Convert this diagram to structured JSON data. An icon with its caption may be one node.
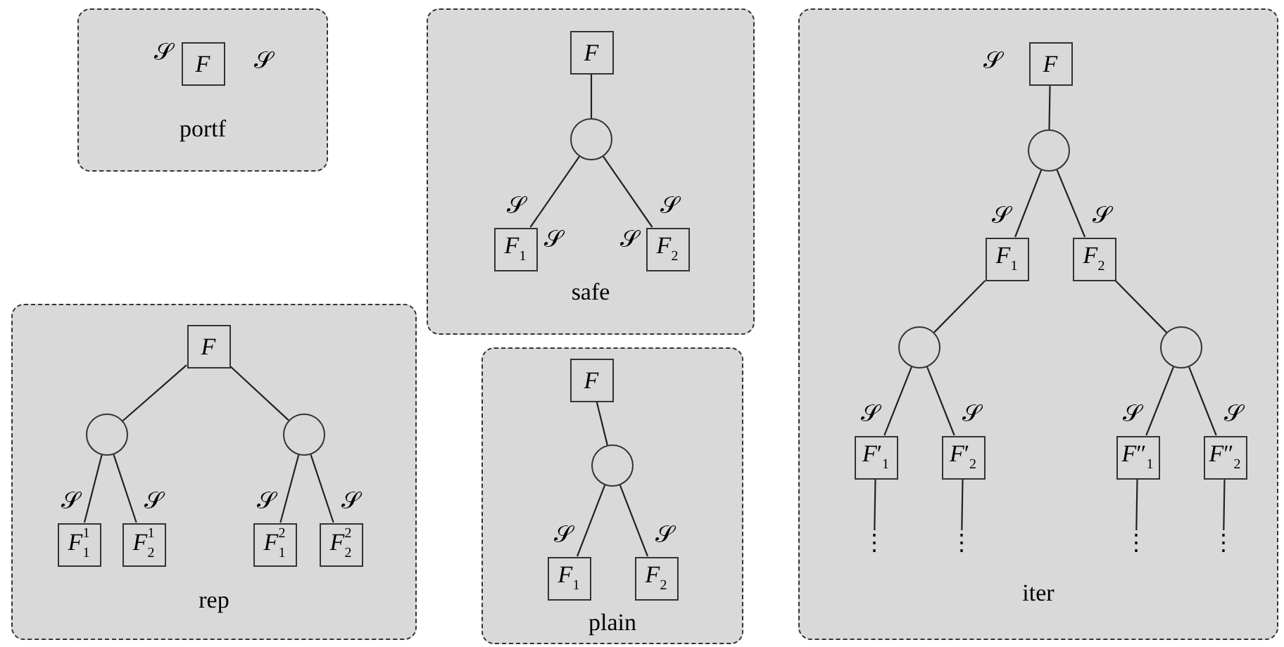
{
  "diagram": {
    "nodes": [
      {
        "text": [
          "portf"
        ]
      },
      {
        "text": [
          "F"
        ],
        "in": 0,
        "beside": [
          "𝒮",
          "𝒮"
        ]
      },
      {
        "text": [
          "safe"
        ]
      },
      {
        "text": [
          "F"
        ],
        "in": 2
      },
      {
        "text": [],
        "shape": "circle",
        "in": 2
      },
      {
        "text": [
          "*F*$_{1}$"
        ],
        "in": 2,
        "beside": [
          "𝒮"
        ]
      },
      {
        "text": [
          "*F*$_{2}$"
        ],
        "in": 2,
        "beside": [
          "𝒮"
        ]
      },
      {
        "text": [
          "iter"
        ]
      },
      {
        "text": [
          "F"
        ],
        "in": 7,
        "beside": [
          "𝒮"
        ]
      },
      {
        "text": [],
        "shape": "circle",
        "in": 7
      },
      {
        "text": [
          "*F*$_{1}$"
        ],
        "in": 7
      },
      {
        "text": [
          "*F*$_{2}$"
        ],
        "in": 7
      },
      {
        "text": [],
        "shape": "circle",
        "in": 7
      },
      {
        "text": [],
        "shape": "circle",
        "in": 7
      },
      {
        "text": [
          "*F*′$_{1}$"
        ],
        "in": 7
      },
      {
        "text": [
          "*F*′$_{2}$"
        ],
        "in": 7
      },
      {
        "text": [
          "*F*″$_{1}$"
        ],
        "in": 7
      },
      {
        "text": [
          "*F*″$_{2}$"
        ],
        "in": 7
      },
      {
        "text": [
          "⋮"
        ],
        "in": 7
      },
      {
        "text": [
          "⋮"
        ],
        "in": 7
      },
      {
        "text": [
          "⋮"
        ],
        "in": 7
      },
      {
        "text": [
          "⋮"
        ],
        "in": 7
      },
      {
        "text": [
          "rep"
        ]
      },
      {
        "text": [
          "F"
        ],
        "in": 22
      },
      {
        "text": [],
        "shape": "circle",
        "in": 22
      },
      {
        "text": [],
        "shape": "circle",
        "in": 22
      },
      {
        "text": [
          "*F*$^{1}$$_{1}$"
        ],
        "in": 22
      },
      {
        "text": [
          "*F*$^{1}$$_{2}$"
        ],
        "in": 22
      },
      {
        "text": [
          "*F*$^{2}$$_{1}$"
        ],
        "in": 22
      },
      {
        "text": [
          "*F*$^{2}$$_{2}$"
        ],
        "in": 22
      },
      {
        "text": [
          "plain"
        ]
      },
      {
        "text": [
          "F"
        ],
        "in": 30
      },
      {
        "text": [],
        "shape": "circle",
        "in": 30
      },
      {
        "text": [
          "*F*$_{1}$"
        ],
        "in": 30
      },
      {
        "text": [
          "*F*$_{2}$"
        ],
        "in": 30
      }
    ],
    "edges": [
      {
        "from": 3,
        "to": 4,
        "arrow": "none"
      },
      {
        "from": 4,
        "to": 5,
        "arrow": "none",
        "label": "𝒮"
      },
      {
        "from": 4,
        "to": 6,
        "arrow": "none",
        "label": "𝒮"
      },
      {
        "from": 8,
        "to": 9,
        "arrow": "none"
      },
      {
        "from": 9,
        "to": 10,
        "arrow": "none",
        "label": "𝒮"
      },
      {
        "from": 9,
        "to": 11,
        "arrow": "none",
        "label": "𝒮"
      },
      {
        "from": 10,
        "to": 12,
        "arrow": "none"
      },
      {
        "from": 11,
        "to": 13,
        "arrow": "none"
      },
      {
        "from": 12,
        "to": 14,
        "arrow": "none",
        "label": "𝒮"
      },
      {
        "from": 12,
        "to": 15,
        "arrow": "none",
        "label": "𝒮"
      },
      {
        "from": 13,
        "to": 16,
        "arrow": "none",
        "label": "𝒮"
      },
      {
        "from": 13,
        "to": 17,
        "arrow": "none",
        "label": "𝒮"
      },
      {
        "from": 14,
        "to": 18,
        "arrow": "none"
      },
      {
        "from": 15,
        "to": 19,
        "arrow": "none"
      },
      {
        "from": 16,
        "to": 20,
        "arrow": "none"
      },
      {
        "from": 17,
        "to": 21,
        "arrow": "none"
      },
      {
        "from": 23,
        "to": 24,
        "arrow": "none"
      },
      {
        "from": 23,
        "to": 25,
        "arrow": "none"
      },
      {
        "from": 24,
        "to": 26,
        "arrow": "none",
        "label": "𝒮"
      },
      {
        "from": 24,
        "to": 27,
        "arrow": "none",
        "label": "𝒮"
      },
      {
        "from": 25,
        "to": 28,
        "arrow": "none",
        "label": "𝒮"
      },
      {
        "from": 25,
        "to": 29,
        "arrow": "none",
        "label": "𝒮"
      },
      {
        "from": 31,
        "to": 32,
        "arrow": "none"
      },
      {
        "from": 32,
        "to": 33,
        "arrow": "none",
        "label": "𝒮"
      },
      {
        "from": 32,
        "to": 34,
        "arrow": "none",
        "label": "𝒮"
      }
    ]
  }
}
